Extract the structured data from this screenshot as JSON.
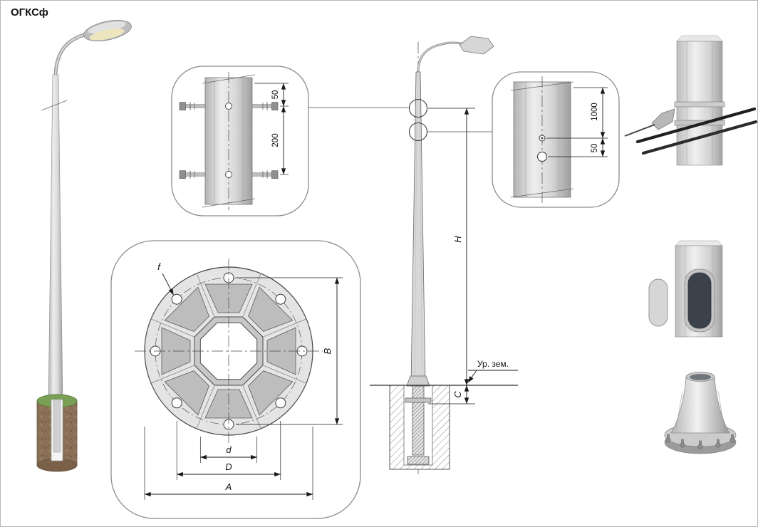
{
  "title": "ОГКСф",
  "colors": {
    "background": "#ffffff",
    "line": "#1a1a1a",
    "metal_gray": "#d4d4d4",
    "foundation_brown": "#8b7058",
    "grass_green": "#79a054",
    "hatch_gray": "#777777",
    "callout_stroke": "#8c8c8c"
  },
  "detail_top": {
    "dim_top": "50",
    "dim_bottom": "200"
  },
  "detail_right": {
    "dim_top": "1000",
    "dim_bottom": "50"
  },
  "flange_view": {
    "dim_f": "f",
    "dim_b": "B",
    "dim_d": "d",
    "dim_d_big": "D",
    "dim_a": "A"
  },
  "elevation": {
    "dim_h": "H",
    "dim_c": "C",
    "ground_label": "Ур. зем."
  }
}
